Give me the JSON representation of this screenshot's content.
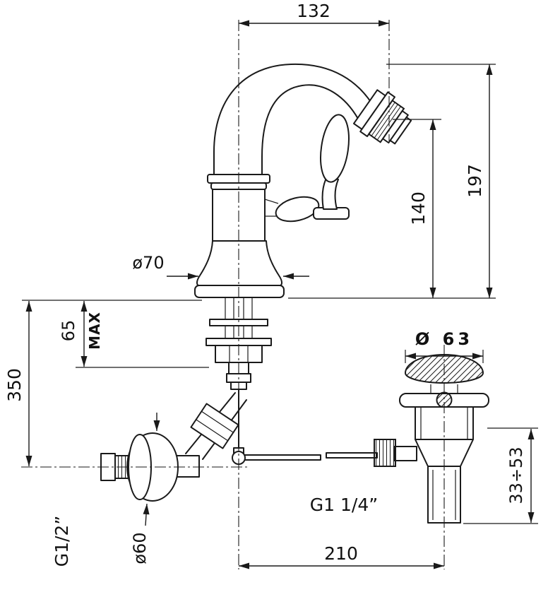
{
  "drawing": {
    "background": "#ffffff",
    "line_color": "#1a1a1a"
  },
  "dims": {
    "spout_reach": "132",
    "total_height": "197",
    "spout_height": "140",
    "body_base_diameter": "ø70",
    "max_deck": "65",
    "max_word": "MAX",
    "inlet_height": "350",
    "waste_flange_diameter": "Ø 63",
    "waste_adjustment": "33÷53",
    "inlet_thread": "G1/2”",
    "wall_flange_diameter": "ø60",
    "waste_thread": "G1 1/4”",
    "centre_distance": "210"
  }
}
